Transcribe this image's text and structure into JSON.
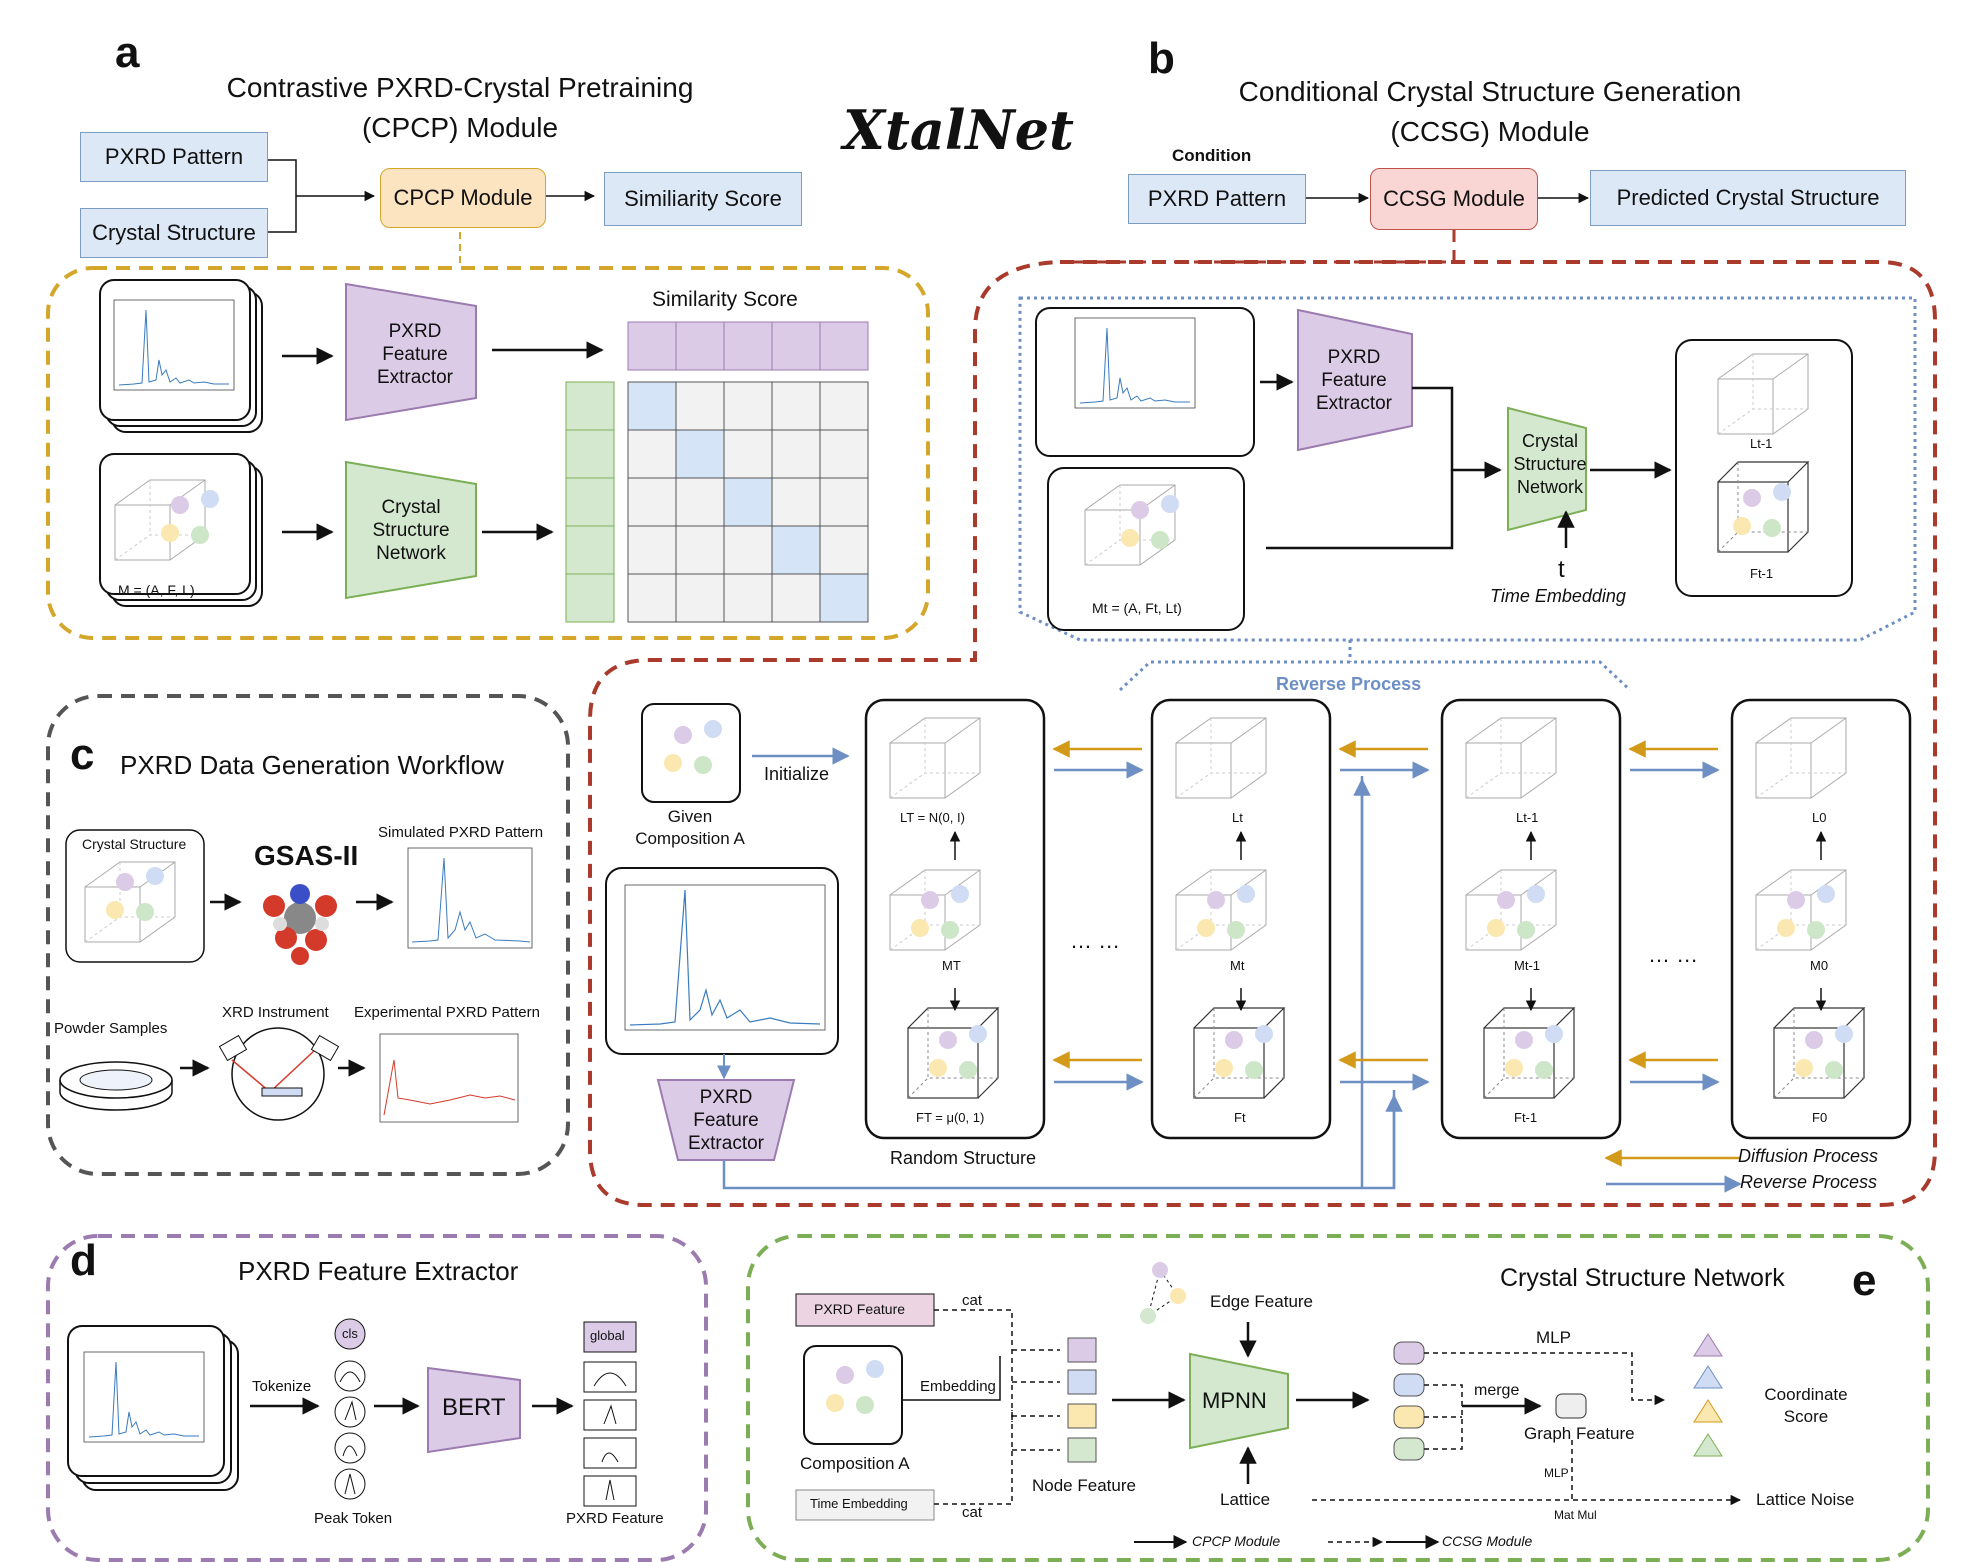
{
  "logo": "XtalNet",
  "panel_a": {
    "letter": "a",
    "title_line1": "Contrastive PXRD-Crystal Pretraining",
    "title_line2": "(CPCP) Module",
    "input1": "PXRD Pattern",
    "input2": "Crystal Structure",
    "module": "CPCP Module",
    "output": "Similiarity Score",
    "sim_label": "Similarity Score",
    "pxrd_extractor": [
      "PXRD",
      "Feature",
      "Extractor"
    ],
    "csn": [
      "Crystal",
      "Structure",
      "Network"
    ],
    "m_label": "M = (A, F, L)"
  },
  "panel_b": {
    "letter": "b",
    "title_line1": "Conditional Crystal Structure Generation",
    "title_line2": "(CCSG) Module",
    "condition": "Condition",
    "input": "PXRD Pattern",
    "module": "CCSG Module",
    "output": "Predicted Crystal Structure",
    "pxrd_extractor": [
      "PXRD",
      "Feature",
      "Extractor"
    ],
    "csn": [
      "Crystal",
      "Structure",
      "Network"
    ],
    "mt_label": "Mt = (A, Ft, Lt)",
    "t": "t",
    "time_embedding": "Time Embedding",
    "l_prev": "Lt-1",
    "f_prev": "Ft-1",
    "reverse_process_top": "Reverse Process",
    "given_composition": [
      "Given",
      "Composition A"
    ],
    "initialize": "Initialize",
    "extractor2": [
      "PXRD",
      "Feature",
      "Extractor"
    ],
    "random_structure": "Random Structure",
    "ellipsis": "… …",
    "columns": [
      {
        "L": "LT = N(0, I)",
        "M": "MT",
        "F": "FT = μ(0, 1)"
      },
      {
        "L": "Lt",
        "M": "Mt",
        "F": "Ft"
      },
      {
        "L": "Lt-1",
        "M": "Mt-1",
        "F": "Ft-1"
      },
      {
        "L": "L0",
        "M": "M0",
        "F": "F0"
      }
    ],
    "legend_diffusion": "Diffusion Process",
    "legend_reverse": "Reverse Process"
  },
  "panel_c": {
    "letter": "c",
    "title": "PXRD Data Generation Workflow",
    "crystal_structure": "Crystal Structure",
    "gsas": "GSAS-II",
    "simulated": "Simulated PXRD Pattern",
    "powder": "Powder Samples",
    "xrd": "XRD Instrument",
    "experimental": "Experimental PXRD Pattern"
  },
  "panel_d": {
    "letter": "d",
    "title": "PXRD Feature Extractor",
    "tokenize": "Tokenize",
    "cls": "cls",
    "peak_token": "Peak Token",
    "bert": "BERT",
    "global": "global",
    "pxrd_feature": "PXRD Feature"
  },
  "panel_e": {
    "letter": "e",
    "title": "Crystal Structure Network",
    "pxrd_feature": "PXRD Feature",
    "cat1": "cat",
    "cat2": "cat",
    "embedding": "Embedding",
    "composition": "Composition A",
    "time_embedding": "Time Embedding",
    "node_feature": "Node Feature",
    "edge_feature": "Edge Feature",
    "mpnn": "MPNN",
    "lattice": "Lattice",
    "mlp1": "MLP",
    "merge": "merge",
    "graph_feature": "Graph Feature",
    "mlp2": "MLP",
    "matmul": "Mat Mul",
    "coordinate_score": [
      "Coordinate",
      "Score"
    ],
    "lattice_noise": "Lattice Noise",
    "legend_cpcp": "CPCP Module",
    "legend_ccsg": "CCSG Module"
  },
  "colors": {
    "panel_a_border": "#d4a62a",
    "panel_b_border": "#a93a2c",
    "panel_c_border": "#555555",
    "panel_d_border": "#9b7bb0",
    "panel_e_border": "#7caf55",
    "blue_box": "#dde8f6",
    "cpcp_fill": "#fde4c0",
    "ccsg_fill": "#f9d6d4",
    "purple": "#dccbe6",
    "green": "#d3e8cf",
    "diffusion_arrow": "#d39a1a",
    "reverse_arrow": "#6d8fc4"
  }
}
